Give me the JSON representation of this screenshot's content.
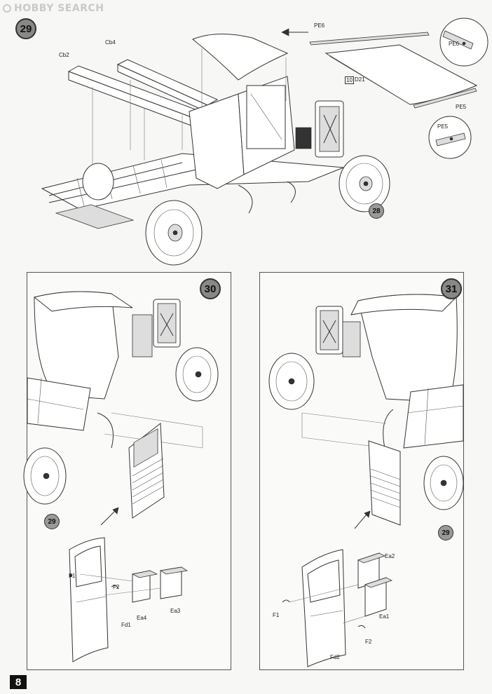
{
  "watermark": "HOBBY SEARCH",
  "page_number": "8",
  "step29": {
    "badge": "29",
    "labels": {
      "cb2": "Cb2",
      "cb4": "Cb4",
      "pe6_top": "PE6",
      "pe6_detail": "PE6",
      "d21_box": "10",
      "d21": "D21",
      "pe5": "PE5",
      "pe5_detail": "PE5"
    },
    "ref_badge": "28"
  },
  "step30": {
    "badge": "30",
    "labels": {
      "f1": "F1",
      "f2": "F2",
      "ea4": "Ea4",
      "ea3": "Ea3",
      "fd1": "Fd1"
    },
    "ref_badge": "29"
  },
  "step31": {
    "badge": "31",
    "labels": {
      "ea2": "Ea2",
      "ea1": "Ea1",
      "f1": "F1",
      "f2": "F2",
      "fd2": "Fd2"
    },
    "ref_badge": "29"
  },
  "colors": {
    "badge_fill": "#888888",
    "line": "#333333",
    "page_bg": "#f7f7f5"
  },
  "icons": [
    "assembly-arrow-icon",
    "wheel-illustration",
    "truck-cab-illustration"
  ]
}
